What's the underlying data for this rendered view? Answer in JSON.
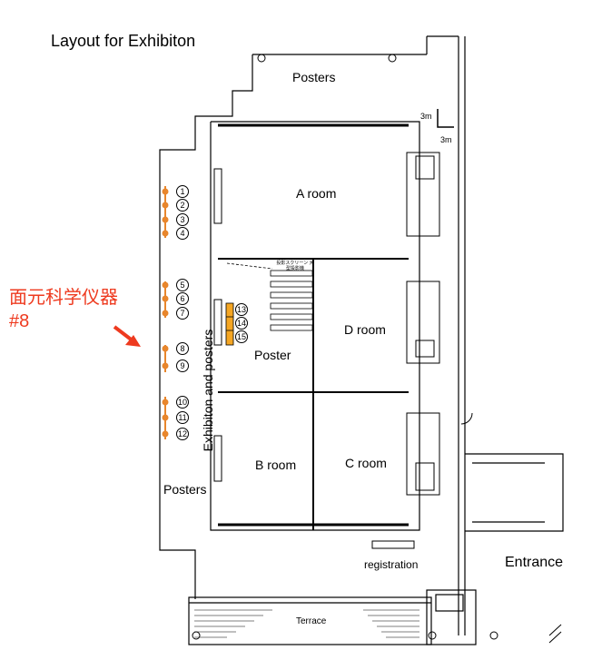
{
  "title": "Layout for Exhibiton",
  "labels": {
    "posters_top": "Posters",
    "posters_left": "Posters",
    "three_m_a": "3m",
    "three_m_b": "3m",
    "a_room": "A room",
    "b_room": "B room",
    "c_room": "C room",
    "d_room": "D room",
    "poster": "Poster",
    "exhibition_posters": "Exhibiton and posters",
    "registration": "registration",
    "entrance": "Entrance",
    "terrace": "Terrace",
    "screen_note": "投影スクリーン 大型投影機"
  },
  "annotation": {
    "line1": "面元科学仪器",
    "line2": "#8",
    "color": "#ee3a1f"
  },
  "booth_numbers": [
    "1",
    "2",
    "3",
    "4",
    "5",
    "6",
    "7",
    "8",
    "9",
    "10",
    "11",
    "12"
  ],
  "highlight_booths": [
    "13",
    "14",
    "15"
  ],
  "colors": {
    "booth": "#e8862c",
    "highlight": "#f5a623",
    "wall": "#000000"
  }
}
